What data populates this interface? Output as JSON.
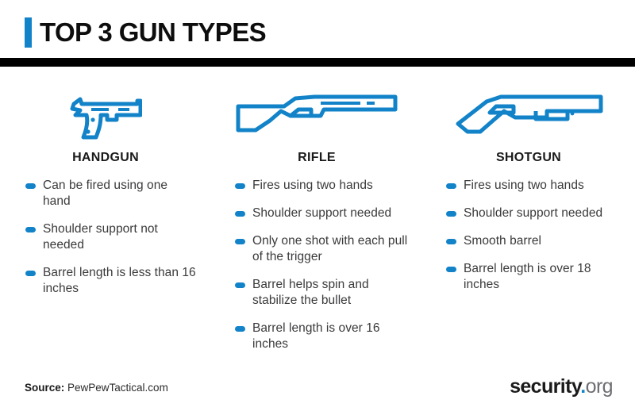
{
  "header": {
    "title": "TOP 3 GUN TYPES",
    "accent_color": "#1283c8",
    "rule_color": "#000000"
  },
  "columns": [
    {
      "id": "handgun",
      "icon": "handgun-icon",
      "heading": "HANDGUN",
      "bullets": [
        "Can be fired using one hand",
        "Shoulder support not needed",
        "Barrel length is less than 16 inches"
      ]
    },
    {
      "id": "rifle",
      "icon": "rifle-icon",
      "heading": "RIFLE",
      "bullets": [
        "Fires using two hands",
        "Shoulder support needed",
        "Only one shot with each pull of the trigger",
        "Barrel helps spin and stabilize the bullet",
        "Barrel length is over 16 inches"
      ]
    },
    {
      "id": "shotgun",
      "icon": "shotgun-icon",
      "heading": "SHOTGUN",
      "bullets": [
        "Fires using two hands",
        "Shoulder support needed",
        "Smooth barrel",
        "Barrel length is over 18 inches"
      ]
    }
  ],
  "footer": {
    "source_label": "Source:",
    "source_value": " PewPewTactical.com",
    "logo_name": "security",
    "logo_dot": ".",
    "logo_tld": "org"
  },
  "colors": {
    "accent_blue": "#1283c8",
    "text_dark": "#1a1a1a",
    "text_body": "#3a3a3c",
    "background": "#ffffff"
  }
}
